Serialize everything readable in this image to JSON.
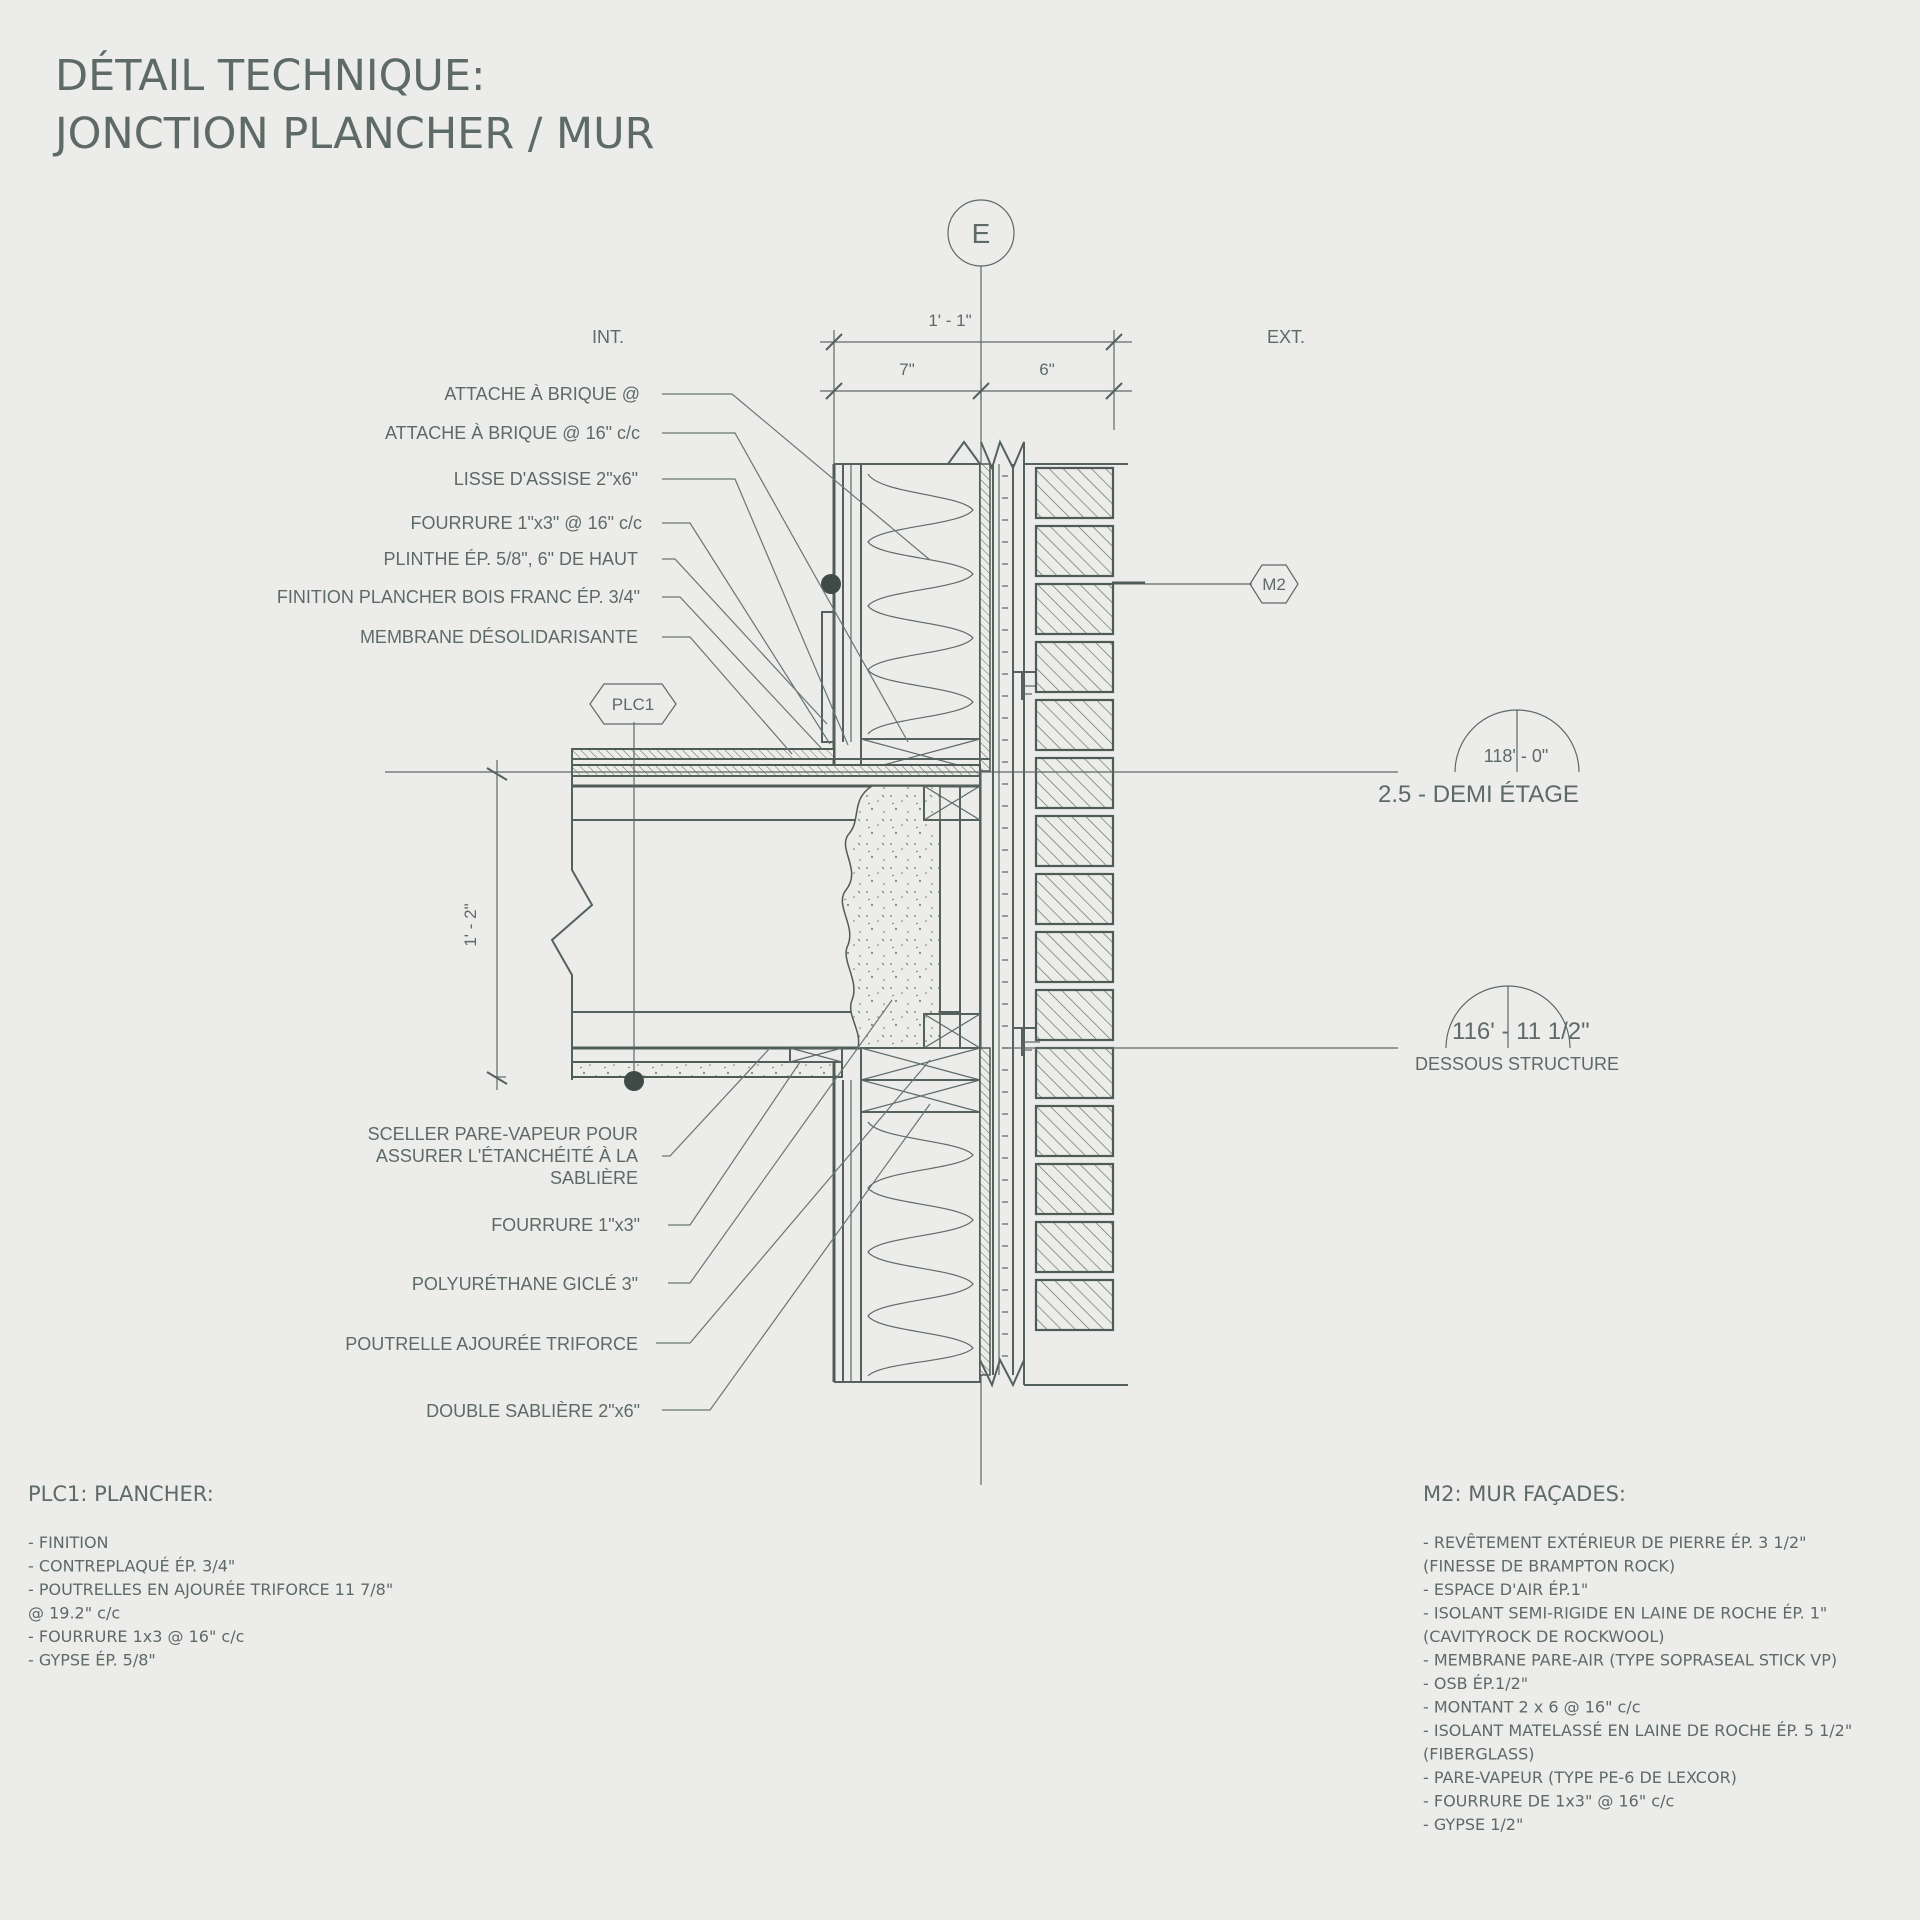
{
  "title": {
    "line1": "DÉTAIL TECHNIQUE:",
    "line2": "JONCTION PLANCHER / MUR"
  },
  "grid_marker": "E",
  "sides": {
    "interior": "INT.",
    "exterior": "EXT."
  },
  "dimensions": {
    "total_width": "1' - 1\"",
    "left_width": "7\"",
    "right_width": "6\"",
    "floor_height": "1' - 2\""
  },
  "tags": {
    "floor": "PLC1",
    "wall": "M2"
  },
  "levels": [
    {
      "elevation": "118' - 0\"",
      "name": "2.5 - DEMI ÉTAGE"
    },
    {
      "elevation": "116' - 11 1/2\"",
      "name": "DESSOUS STRUCTURE"
    }
  ],
  "labels_top": [
    "ATTACHE À BRIQUE @",
    "ATTACHE À BRIQUE @ 16\" c/c",
    "LISSE D'ASSISE 2\"x6\"",
    "FOURRURE 1\"x3\" @ 16\" c/c",
    "PLINTHE ÉP. 5/8\", 6\" DE HAUT",
    "FINITION PLANCHER BOIS FRANC ÉP. 3/4\"",
    "MEMBRANE DÉSOLIDARISANTE"
  ],
  "labels_bottom": {
    "sealer": [
      "SCELLER PARE-VAPEUR POUR",
      "ASSURER L'ÉTANCHÉITÉ À LA",
      "SABLIÈRE"
    ],
    "items": [
      "FOURRURE 1\"x3\"",
      "POLYURÉTHANE GICLÉ 3\"",
      "POUTRELLE AJOURÉE TRIFORCE",
      "DOUBLE SABLIÈRE 2\"x6\""
    ]
  },
  "notes_floor": {
    "title": "PLC1: PLANCHER:",
    "lines": [
      "- FINITION",
      "- CONTREPLAQUÉ ÉP. 3/4\"",
      "- POUTRELLES EN AJOURÉE TRIFORCE 11 7/8\"",
      "   @ 19.2\" c/c",
      "- FOURRURE 1x3 @ 16\" c/c",
      "- GYPSE ÉP. 5/8\""
    ]
  },
  "notes_wall": {
    "title": "M2: MUR FAÇADES:",
    "lines": [
      "- REVÊTEMENT EXTÉRIEUR DE PIERRE ÉP. 3 1/2\"",
      "   (FINESSE DE BRAMPTON ROCK)",
      "- ESPACE D'AIR ÉP.1\"",
      "- ISOLANT SEMI-RIGIDE EN LAINE DE ROCHE ÉP. 1\"",
      "   (CAVITYROCK DE ROCKWOOL)",
      "- MEMBRANE PARE-AIR (TYPE SOPRASEAL STICK VP)",
      "- OSB ÉP.1/2\"",
      "- MONTANT 2 x 6 @ 16\" c/c",
      "- ISOLANT MATELASSÉ EN LAINE DE ROCHE ÉP. 5 1/2\"",
      "   (FIBERGLASS)",
      "- PARE-VAPEUR (TYPE PE-6 DE LEXCOR)",
      "- FOURRURE DE 1x3\" @ 16\" c/c",
      "- GYPSE 1/2\""
    ]
  }
}
